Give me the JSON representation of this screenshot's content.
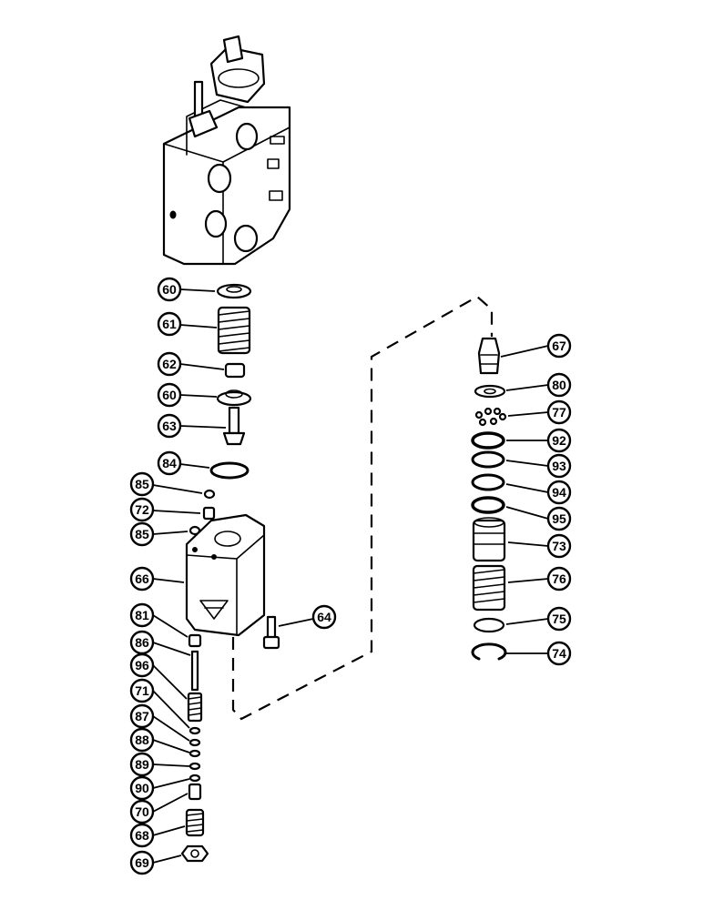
{
  "diagram": {
    "callouts": [
      {
        "id": "c60a",
        "label": "60"
      },
      {
        "id": "c61",
        "label": "61"
      },
      {
        "id": "c62",
        "label": "62"
      },
      {
        "id": "c60b",
        "label": "60"
      },
      {
        "id": "c63",
        "label": "63"
      },
      {
        "id": "c84",
        "label": "84"
      },
      {
        "id": "c85a",
        "label": "85"
      },
      {
        "id": "c72",
        "label": "72"
      },
      {
        "id": "c85b",
        "label": "85"
      },
      {
        "id": "c66",
        "label": "66"
      },
      {
        "id": "c81",
        "label": "81"
      },
      {
        "id": "c86",
        "label": "86"
      },
      {
        "id": "c96",
        "label": "96"
      },
      {
        "id": "c71",
        "label": "71"
      },
      {
        "id": "c87",
        "label": "87"
      },
      {
        "id": "c88",
        "label": "88"
      },
      {
        "id": "c89",
        "label": "89"
      },
      {
        "id": "c90",
        "label": "90"
      },
      {
        "id": "c70",
        "label": "70"
      },
      {
        "id": "c68",
        "label": "68"
      },
      {
        "id": "c69",
        "label": "69"
      },
      {
        "id": "c64",
        "label": "64"
      },
      {
        "id": "c67",
        "label": "67"
      },
      {
        "id": "c80",
        "label": "80"
      },
      {
        "id": "c77",
        "label": "77"
      },
      {
        "id": "c92",
        "label": "92"
      },
      {
        "id": "c93",
        "label": "93"
      },
      {
        "id": "c94",
        "label": "94"
      },
      {
        "id": "c95",
        "label": "95"
      },
      {
        "id": "c73",
        "label": "73"
      },
      {
        "id": "c76",
        "label": "76"
      },
      {
        "id": "c75",
        "label": "75"
      },
      {
        "id": "c74",
        "label": "74"
      }
    ]
  }
}
